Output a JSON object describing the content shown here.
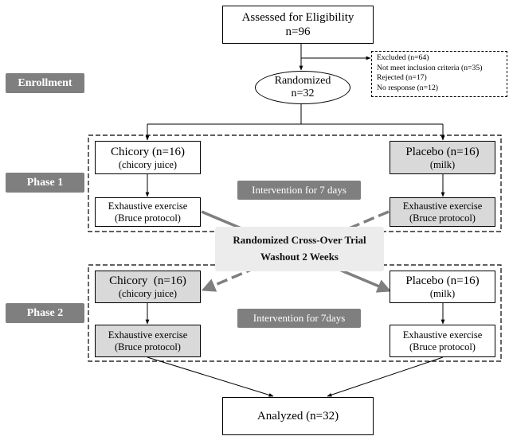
{
  "phase_labels": {
    "enrollment": "Enrollment",
    "phase1": "Phase 1",
    "phase2": "Phase 2"
  },
  "assessed": {
    "title": "Assessed for Eligibility",
    "n": "n=96"
  },
  "excluded": {
    "lines": [
      "Excluded (n=64)",
      "Not meet inclusion criteria (n=35)",
      "Rejected (n=17)",
      "No response (n=12)"
    ]
  },
  "randomized": {
    "title": "Randomized",
    "n": "n=32"
  },
  "phase1": {
    "left": {
      "title": "Chicory (n=16)",
      "sub": "(chicory juice)"
    },
    "right": {
      "title": "Placebo (n=16)",
      "sub": "(milk)"
    },
    "left_exercise": {
      "title": "Exhaustive exercise",
      "sub": "(Bruce protocol)"
    },
    "right_exercise": {
      "title": "Exhaustive exercise",
      "sub": "(Bruce protocol)"
    },
    "intervention": "Intervention for 7 days"
  },
  "washout": {
    "line1": "Randomized Cross-Over Trial",
    "line2": "Washout 2 Weeks"
  },
  "phase2": {
    "left": {
      "title": "Chicory  (n=16)",
      "sub": "(chicory juice)"
    },
    "right": {
      "title": "Placebo (n=16)",
      "sub": "(milk)"
    },
    "left_exercise": {
      "title": "Exhaustive exercise",
      "sub": "(Bruce protocol)"
    },
    "right_exercise": {
      "title": "Exhaustive exercise",
      "sub": "(Bruce protocol)"
    },
    "intervention": "Intervention for 7days"
  },
  "analyzed": {
    "title": "Analyzed (n=32)"
  },
  "colors": {
    "gray_box": "#d9d9d9",
    "label_bg": "#7f7f7f",
    "arrow_gray": "#7f7f7f"
  }
}
